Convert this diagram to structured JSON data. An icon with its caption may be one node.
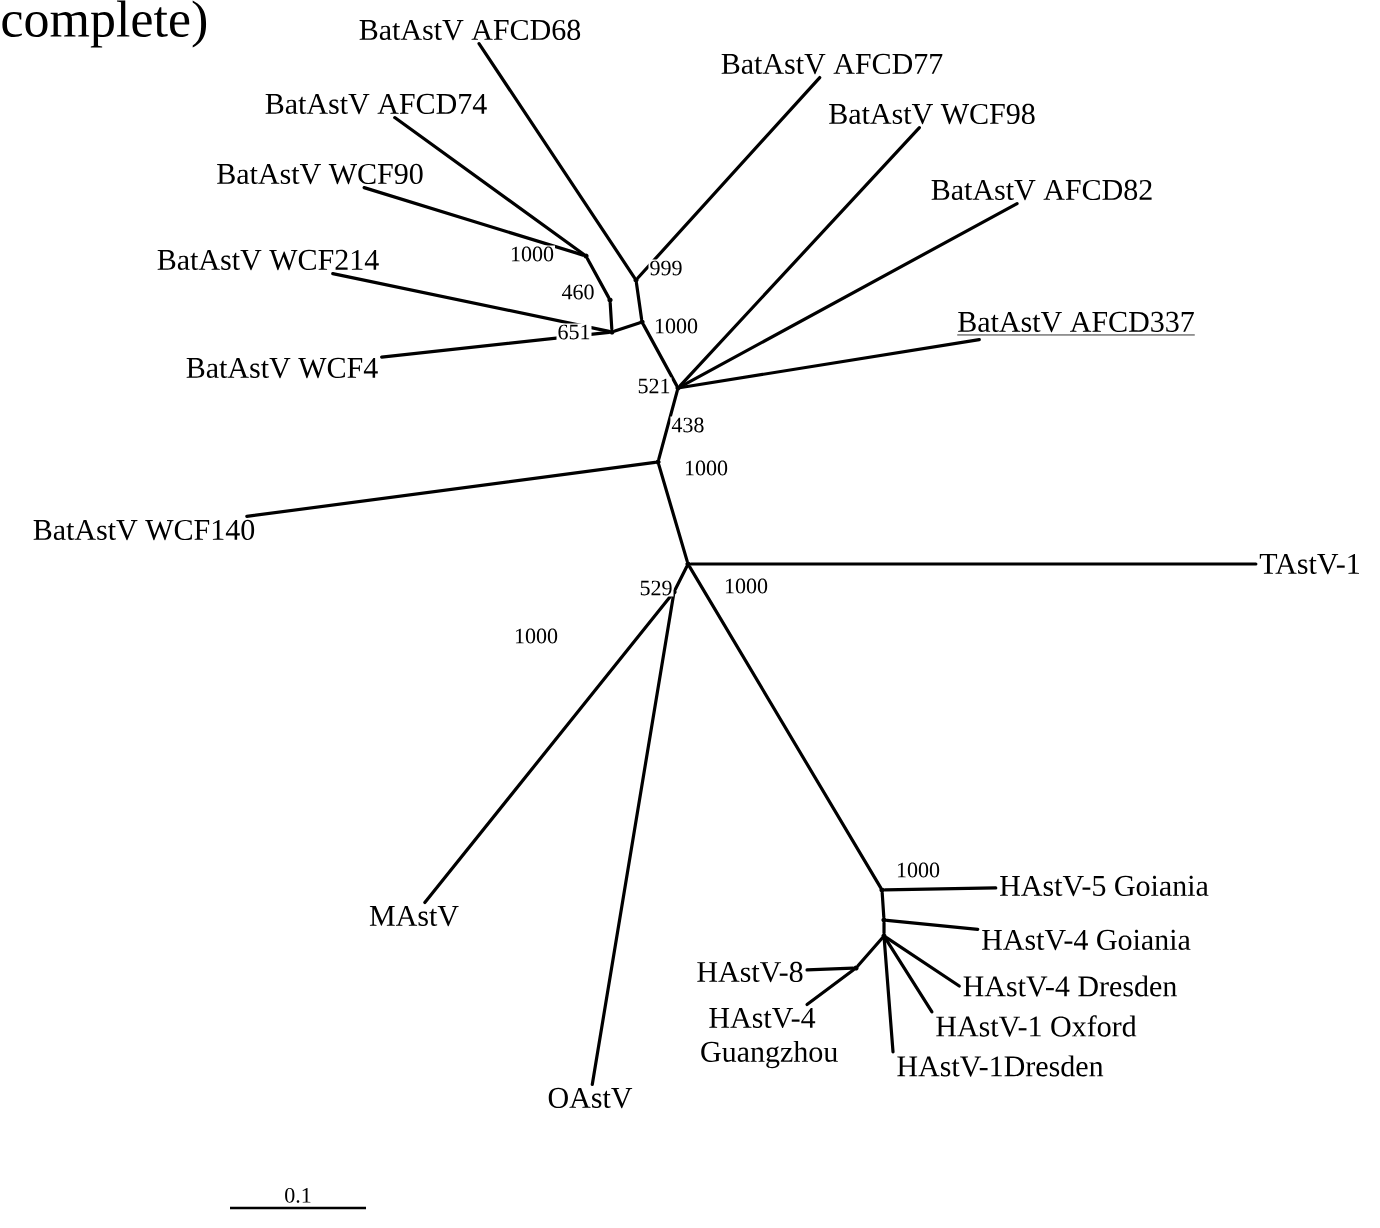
{
  "diagram": {
    "nodes": [
      {
        "text": [
          "BatAstV AFCD68"
        ]
      },
      {
        "text": [
          "BatAstV AFCD77"
        ]
      },
      {
        "text": [
          "BatAstV AFCD74"
        ]
      },
      {
        "text": [
          "BatAstV WCF98"
        ]
      },
      {
        "text": [
          "BatAstV WCF90"
        ]
      },
      {
        "text": [
          "BatAstV AFCD82"
        ]
      },
      {
        "text": [
          "BatAstV WCF214"
        ]
      },
      {
        "text": [
          "BatAstV AFCD337"
        ]
      },
      {
        "text": [
          "BatAstV WCF4"
        ]
      },
      {
        "text": [
          "BatAstV WCF140"
        ]
      },
      {
        "text": [
          "TAstV-1"
        ]
      },
      {
        "text": [
          "MAstV"
        ]
      },
      {
        "text": [
          "HAstV-5 Goiania"
        ]
      },
      {
        "text": [
          "HAstV-4 Goiania"
        ]
      },
      {
        "text": [
          "HAstV-8"
        ]
      },
      {
        "text": [
          "HAstV-4 Dresden"
        ]
      },
      {
        "text": [
          "HAstV-4 Guangzhou"
        ]
      },
      {
        "text": [
          "HAstV-1 Oxford"
        ]
      },
      {
        "text": [
          "HAstV-1Dresden"
        ]
      },
      {
        "text": [
          "OAstV"
        ]
      },
      {
        "text": [],
        "shape": "point",
        "beside": [
          "1000"
        ]
      },
      {
        "text": [],
        "shape": "point",
        "beside": [
          "460"
        ]
      },
      {
        "text": [],
        "shape": "point",
        "beside": [
          "651"
        ]
      },
      {
        "text": [],
        "shape": "point",
        "beside": [
          "999"
        ]
      },
      {
        "text": [],
        "shape": "point",
        "beside": [
          "1000"
        ]
      },
      {
        "text": [],
        "shape": "point",
        "beside": [
          "521"
        ]
      },
      {
        "text": [],
        "shape": "point",
        "beside": [
          "1000"
        ]
      },
      {
        "text": [],
        "shape": "point",
        "beside": [
          "1000"
        ]
      },
      {
        "text": [],
        "shape": "point",
        "beside": [
          "529"
        ]
      },
      {
        "text": [],
        "shape": "point",
        "beside": [
          "1000"
        ]
      },
      {
        "text": [],
        "shape": "point"
      },
      {
        "text": [],
        "shape": "point"
      },
      {
        "text": [],
        "shape": "point"
      }
    ],
    "edges": [
      {
        "from": 20,
        "to": 4,
        "arrow": "none"
      },
      {
        "from": 20,
        "to": 2,
        "arrow": "none"
      },
      {
        "from": 20,
        "to": 21,
        "arrow": "none"
      },
      {
        "from": 21,
        "to": 22,
        "arrow": "none"
      },
      {
        "from": 22,
        "to": 6,
        "arrow": "none"
      },
      {
        "from": 22,
        "to": 8,
        "arrow": "none"
      },
      {
        "from": 22,
        "to": 24,
        "arrow": "none"
      },
      {
        "from": 23,
        "to": 0,
        "arrow": "none"
      },
      {
        "from": 23,
        "to": 1,
        "arrow": "none"
      },
      {
        "from": 23,
        "to": 24,
        "arrow": "none"
      },
      {
        "from": 24,
        "to": 25,
        "arrow": "none"
      },
      {
        "from": 25,
        "to": 3,
        "arrow": "none"
      },
      {
        "from": 25,
        "to": 5,
        "arrow": "none"
      },
      {
        "from": 25,
        "to": 7,
        "arrow": "none"
      },
      {
        "from": 25,
        "to": 26,
        "arrow": "none",
        "label": "438"
      },
      {
        "from": 26,
        "to": 9,
        "arrow": "none"
      },
      {
        "from": 26,
        "to": 27,
        "arrow": "none"
      },
      {
        "from": 27,
        "to": 10,
        "arrow": "none"
      },
      {
        "from": 27,
        "to": 28,
        "arrow": "none"
      },
      {
        "from": 28,
        "to": 11,
        "arrow": "none"
      },
      {
        "from": 28,
        "to": 19,
        "arrow": "none"
      },
      {
        "from": 27,
        "to": 29,
        "arrow": "none"
      },
      {
        "from": 29,
        "to": 12,
        "arrow": "none"
      },
      {
        "from": 29,
        "to": 30,
        "arrow": "none"
      },
      {
        "from": 30,
        "to": 13,
        "arrow": "none"
      },
      {
        "from": 30,
        "to": 31,
        "arrow": "none"
      },
      {
        "from": 31,
        "to": 15,
        "arrow": "none"
      },
      {
        "from": 31,
        "to": 17,
        "arrow": "none"
      },
      {
        "from": 31,
        "to": 18,
        "arrow": "none"
      },
      {
        "from": 31,
        "to": 32,
        "arrow": "none"
      },
      {
        "from": 32,
        "to": 14,
        "arrow": "none"
      },
      {
        "from": 32,
        "to": 16,
        "arrow": "none"
      }
    ],
    "labels": [
      "complete)",
      "1000",
      "0.1"
    ]
  }
}
